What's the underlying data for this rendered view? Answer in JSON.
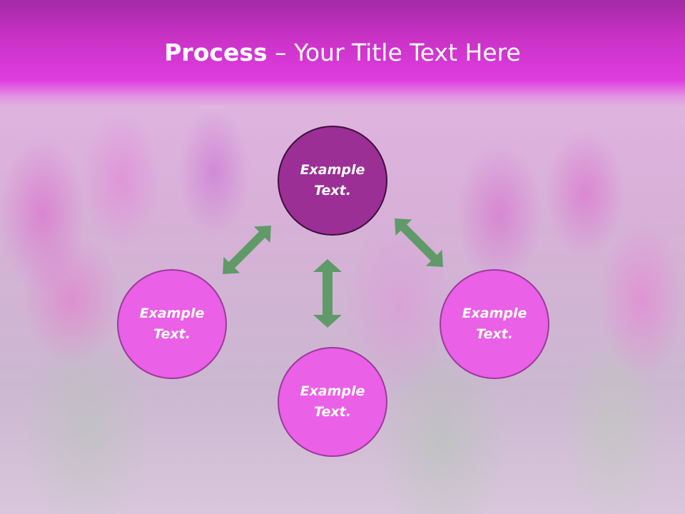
{
  "title": {
    "bold": "Process",
    "rest": " – Your Title Text Here"
  },
  "nodes": {
    "center": "Example Text.",
    "left": "Example Text.",
    "right": "Example Text.",
    "bottom": "Example Text."
  },
  "colors": {
    "header": "#e03ce0",
    "center_node": "#9b2f96",
    "satellite_node": "#ea60e6",
    "arrow": "#5f9a68"
  }
}
